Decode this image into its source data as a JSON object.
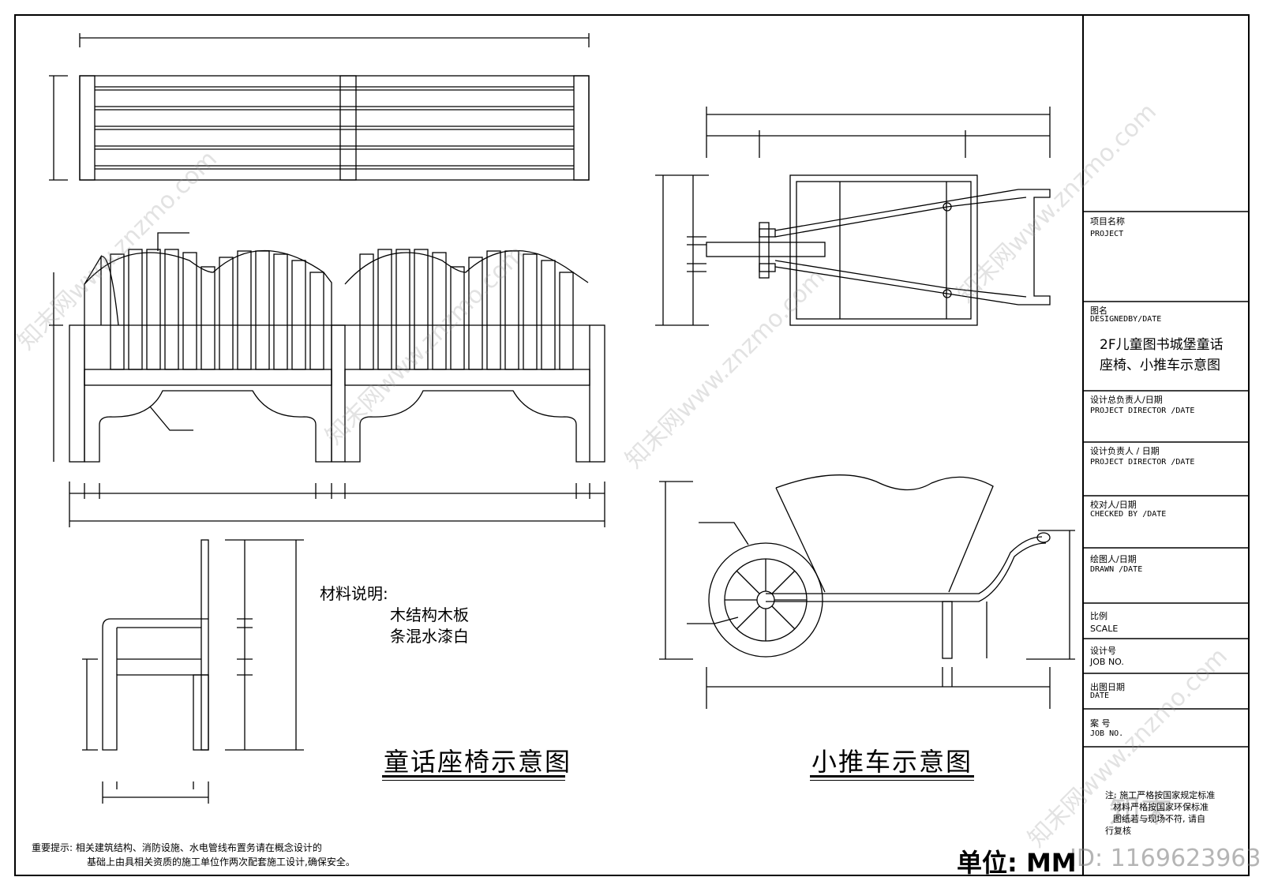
{
  "captions": {
    "bench": "童话座椅示意图",
    "cart": "小推车示意图"
  },
  "materials": {
    "title": "材料说明:",
    "line1": "木结构木板",
    "line2": "条混水漆白"
  },
  "notice": {
    "line1": "重要提示:  相关建筑结构、消防设施、水电管线布置务请在概念设计的",
    "line2": "基础上由具相关资质的施工单位作两次配套施工设计,确保安全。"
  },
  "unit_label": "单位: MM",
  "title_block": {
    "project_label": "项目名称",
    "project_sub": "PROJECT",
    "drawing_label": "图名",
    "drawing_sub": "DESIGNEDBY/DATE",
    "drawing_title_1": "2F儿童图书城堡童话",
    "drawing_title_2": "座椅、小推车示意图",
    "director_label": "设计总负责人/日期",
    "director_sub": "PROJECT DIRECTOR /DATE",
    "designer_label": "设计负责人 / 日期",
    "designer_sub": "PROJECT DIRECTOR /DATE",
    "checker_label": "校对人/日期",
    "checker_sub": "CHECKED BY /DATE",
    "drawn_label": "绘图人/日期",
    "drawn_sub": "DRAWN /DATE",
    "scale_label": "比例",
    "scale_sub": "SCALE",
    "job_label": "设计号",
    "job_sub": "JOB NO.",
    "date_label": "出图日期",
    "date_sub": "DATE",
    "case_label": "案 号",
    "case_sub": "JOB NO.",
    "note_1": "注: 施工严格按国家规定标准",
    "note_2": "材料严格按国家环保标准",
    "note_3": "图纸若与现场不符, 请自",
    "note_4": "行复核"
  },
  "watermarks": {
    "site": "知末网www.znzmo.com",
    "logo": "知末",
    "id": "ID: 1169623963"
  }
}
